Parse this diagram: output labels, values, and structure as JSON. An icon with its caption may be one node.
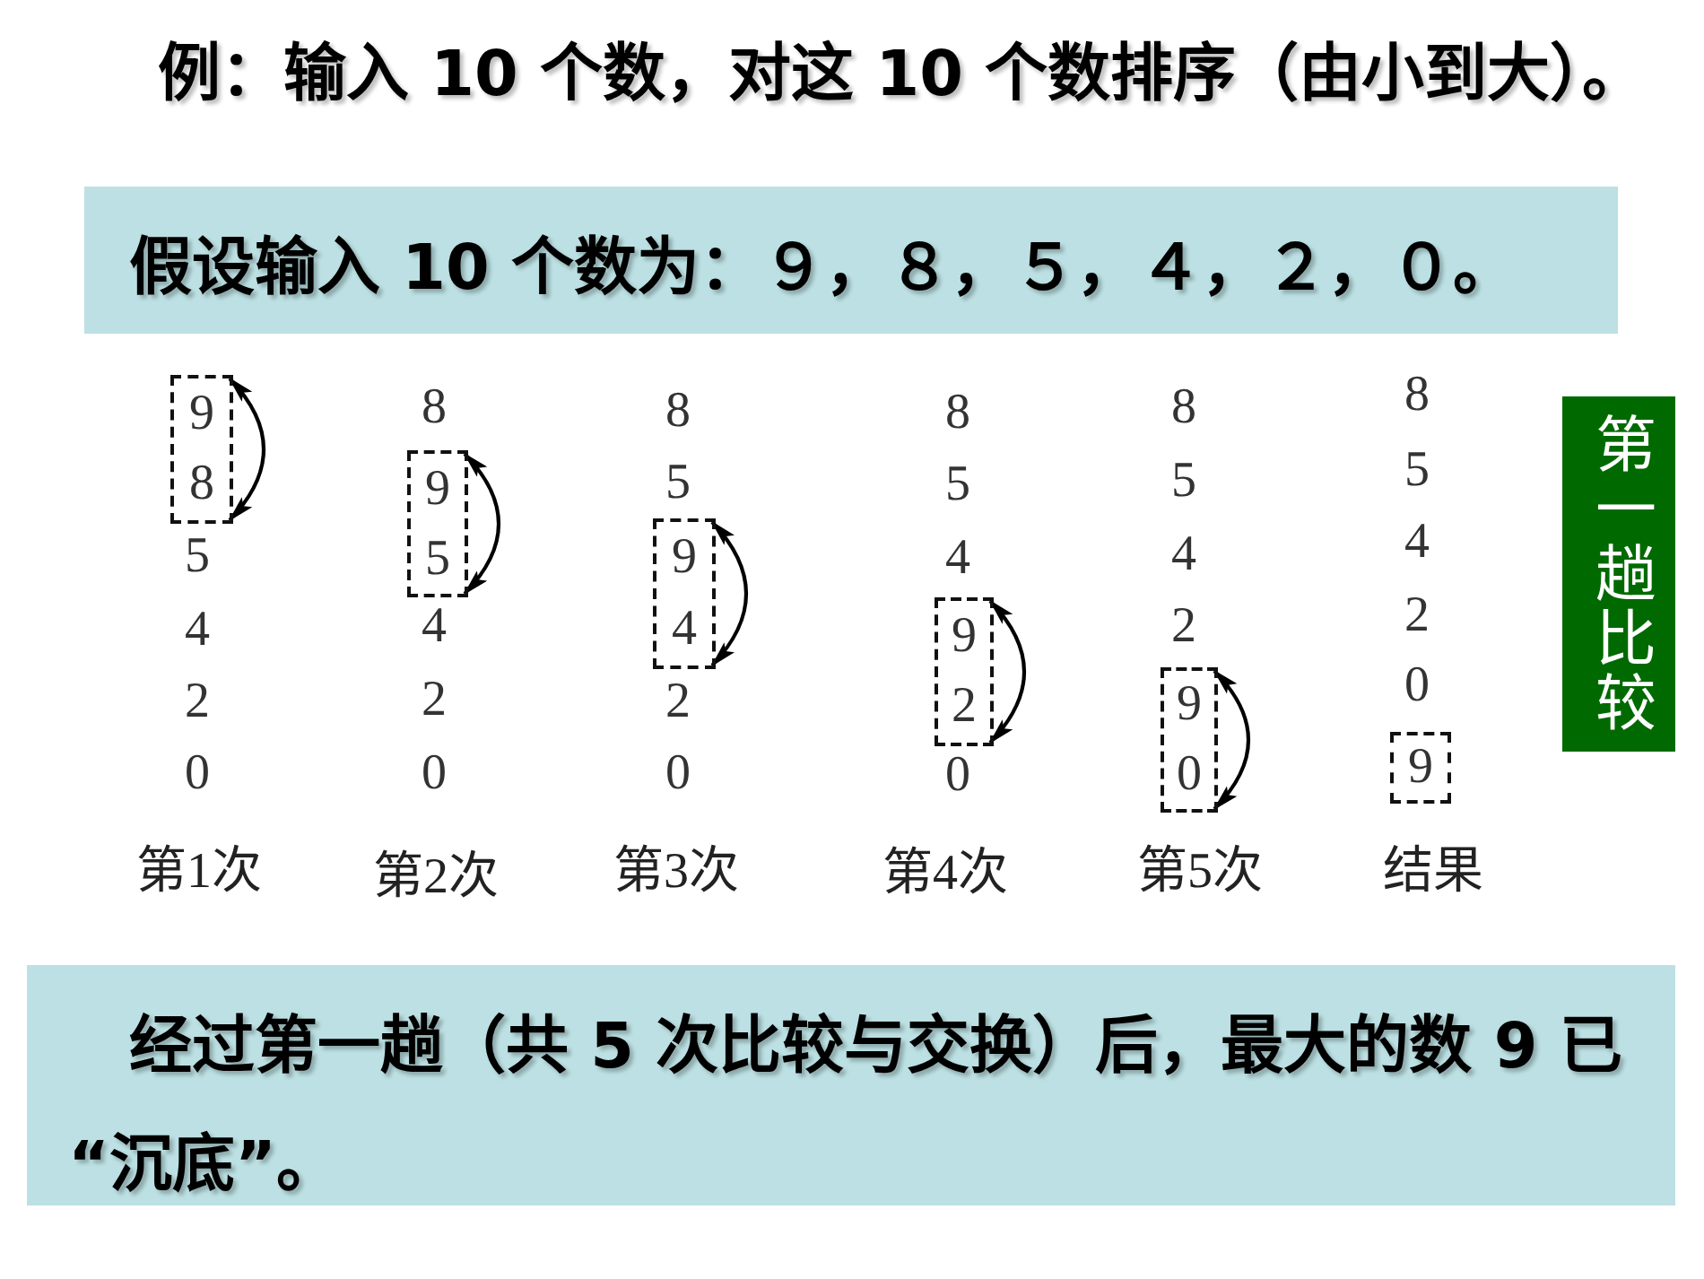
{
  "diagram": {
    "title": "例：输入 10 个数，对这 10 个数排序（由小到大）。",
    "nodes": [
      {
        "text": [
          "假设输入 10 个数为：９，８，５，４，２，０。"
        ]
      },
      {
        "text": [],
        "shape": "box"
      },
      {
        "text": [
          "9"
        ],
        "in": 1
      },
      {
        "text": [
          "8"
        ],
        "in": 1
      },
      {
        "text": [],
        "shape": "box"
      },
      {
        "text": [
          "9"
        ],
        "in": 4
      },
      {
        "text": [
          "5"
        ],
        "in": 4
      },
      {
        "text": [],
        "shape": "box"
      },
      {
        "text": [
          "9"
        ],
        "in": 7
      },
      {
        "text": [
          "4"
        ],
        "in": 7
      },
      {
        "text": [],
        "shape": "box"
      },
      {
        "text": [
          "9"
        ],
        "in": 10
      },
      {
        "text": [
          "2"
        ],
        "in": 10
      },
      {
        "text": [],
        "shape": "box"
      },
      {
        "text": [
          "9"
        ],
        "in": 13
      },
      {
        "text": [
          "0"
        ],
        "in": 13
      },
      {
        "text": [
          "9"
        ]
      },
      {
        "text": [
          "第一趟比较"
        ]
      },
      {
        "text": [
          "经过第一趟（共 5 次比较与交换）后，最大的数 9 已“沉底”。"
        ]
      }
    ],
    "edges": [
      {
        "from": 2,
        "to": 3,
        "arrow": "both"
      },
      {
        "from": 5,
        "to": 6,
        "arrow": "both"
      },
      {
        "from": 8,
        "to": 9,
        "arrow": "both"
      },
      {
        "from": 11,
        "to": 12,
        "arrow": "both"
      },
      {
        "from": 14,
        "to": 15,
        "arrow": "both"
      }
    ],
    "labels": [
      "5",
      "4",
      "2",
      "0",
      "第1次",
      "8",
      "4",
      "2",
      "0",
      "第2次",
      "8",
      "5",
      "2",
      "0",
      "第3次",
      "8",
      "5",
      "4",
      "0",
      "第4次",
      "8",
      "5",
      "4",
      "2",
      "第5次",
      "8",
      "5",
      "4",
      "2",
      "0",
      "结果"
    ]
  }
}
